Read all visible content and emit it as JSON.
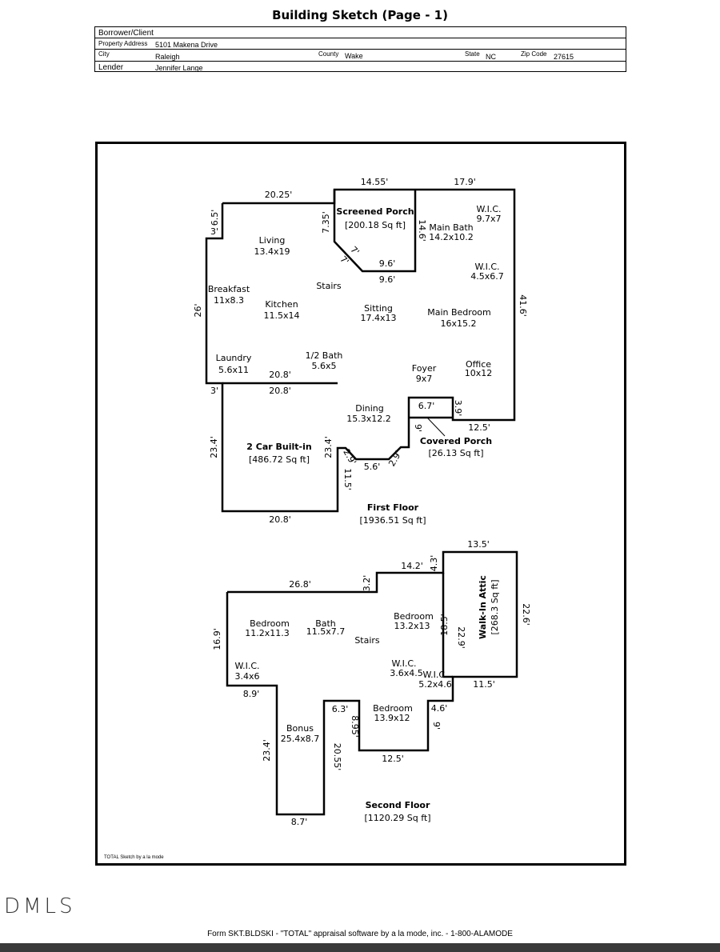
{
  "title": "Building Sketch (Page - 1)",
  "info": {
    "borrower_label": "Borrower/Client",
    "address_label": "Property Address",
    "address": "5101 Makena Drive",
    "city_label": "City",
    "city": "Raleigh",
    "county_label": "County",
    "county": "Wake",
    "state_label": "State",
    "state": "NC",
    "zip_label": "Zip Code",
    "zip": "27615",
    "lender_label": "Lender",
    "lender": "Jennifer Lange"
  },
  "sketch": {
    "first_floor": {
      "name": "First Floor",
      "area": "[1936.51 Sq ft]",
      "rooms": [
        {
          "name": "Living",
          "size": "13.4x19"
        },
        {
          "name": "Breakfast",
          "size": "11x8.3"
        },
        {
          "name": "Kitchen",
          "size": "11.5x14"
        },
        {
          "name": "Stairs",
          "size": ""
        },
        {
          "name": "Sitting",
          "size": "17.4x13"
        },
        {
          "name": "Main Bath",
          "size": "14.2x10.2"
        },
        {
          "name": "W.I.C.",
          "size": "9.7x7"
        },
        {
          "name": "W.I.C.",
          "size": "4.5x6.7"
        },
        {
          "name": "Main Bedroom",
          "size": "16x15.2"
        },
        {
          "name": "Laundry",
          "size": "5.6x11"
        },
        {
          "name": "1/2 Bath",
          "size": "5.6x5"
        },
        {
          "name": "Foyer",
          "size": "9x7"
        },
        {
          "name": "Office",
          "size": "10x12"
        },
        {
          "name": "Dining",
          "size": "15.3x12.2"
        }
      ],
      "screened_porch": {
        "name": "Screened Porch",
        "area": "[200.18 Sq ft]"
      },
      "garage": {
        "name": "2 Car Built-in",
        "area": "[486.72 Sq ft]"
      },
      "covered_porch": {
        "name": "Covered Porch",
        "area": "[26.13 Sq ft]"
      },
      "dims": [
        "20.25'",
        "14.55'",
        "17.9'",
        "6.5'",
        "3'",
        "7.35'",
        "14.6'",
        "7'",
        "7'",
        "9.6'",
        "9.6'",
        "26'",
        "41.6'",
        "20.8'",
        "3'",
        "20.8'",
        "6.7'",
        "3.9'",
        "12.5'",
        "9'",
        "23.4'",
        "23.4'",
        "2.9'",
        "5.6'",
        "2.9'",
        "11.5'",
        "20.8'"
      ]
    },
    "second_floor": {
      "name": "Second Floor",
      "area": "[1120.29 Sq ft]",
      "rooms": [
        {
          "name": "Bedroom",
          "size": "11.2x11.3"
        },
        {
          "name": "Bath",
          "size": "11.5x7.7"
        },
        {
          "name": "Stairs",
          "size": ""
        },
        {
          "name": "Bedroom",
          "size": "13.2x13"
        },
        {
          "name": "W.I.C.",
          "size": "3.4x6"
        },
        {
          "name": "W.I.C.",
          "size": "3.6x4.5"
        },
        {
          "name": "W.I.C.",
          "size": "5.2x4.6"
        },
        {
          "name": "Bonus",
          "size": "25.4x8.7"
        },
        {
          "name": "Bedroom",
          "size": "13.9x12"
        }
      ],
      "attic": {
        "name": "Walk-In Attic",
        "area": "[268.3 Sq ft]"
      },
      "dims": [
        "26.8'",
        "3.2'",
        "14.2'",
        "4.3'",
        "13.5'",
        "18.5'",
        "22.9'",
        "22.6'",
        "11.5'",
        "16.9'",
        "8.9'",
        "23.4'",
        "6.3'",
        "8.95'",
        "20.55'",
        "4.6'",
        "9'",
        "12.5'",
        "8.7'"
      ]
    },
    "credit": "TOTAL Sketch by a la mode"
  },
  "mls": "DMLS",
  "footer": "Form SKT.BLDSKI - \"TOTAL\" appraisal software by a la mode, inc. - 1-800-ALAMODE"
}
